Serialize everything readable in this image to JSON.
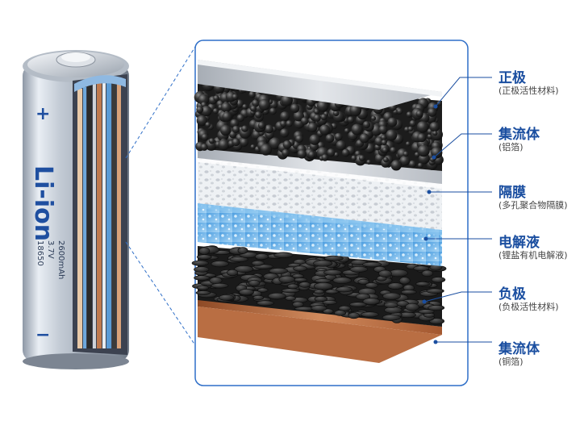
{
  "battery": {
    "brand": "Li-ion",
    "plus": "+",
    "minus": "−",
    "model": "18650",
    "voltage": "3.7V",
    "capacity": "2600mAh"
  },
  "layers": [
    {
      "title": "正极",
      "note": "(正极活性材料)"
    },
    {
      "title": "集流体",
      "note": "(铝箔)"
    },
    {
      "title": "隔膜",
      "note": "(多孔聚合物隔膜)"
    },
    {
      "title": "电解液",
      "note": "(锂盐有机电解液)"
    },
    {
      "title": "负极",
      "note": "(负极活性材料)"
    },
    {
      "title": "集流体",
      "note": "(铜箔)"
    }
  ],
  "colors": {
    "accent": "#1a4ea0",
    "frame": "#2f6fc8",
    "cathode": "#2a2a2a",
    "aluminum": "#c9ccd1",
    "separator": "#f2f4f6",
    "electrolyte": "#6fb6ea",
    "anode": "#1e1e1e",
    "copper": "#b0643a"
  }
}
